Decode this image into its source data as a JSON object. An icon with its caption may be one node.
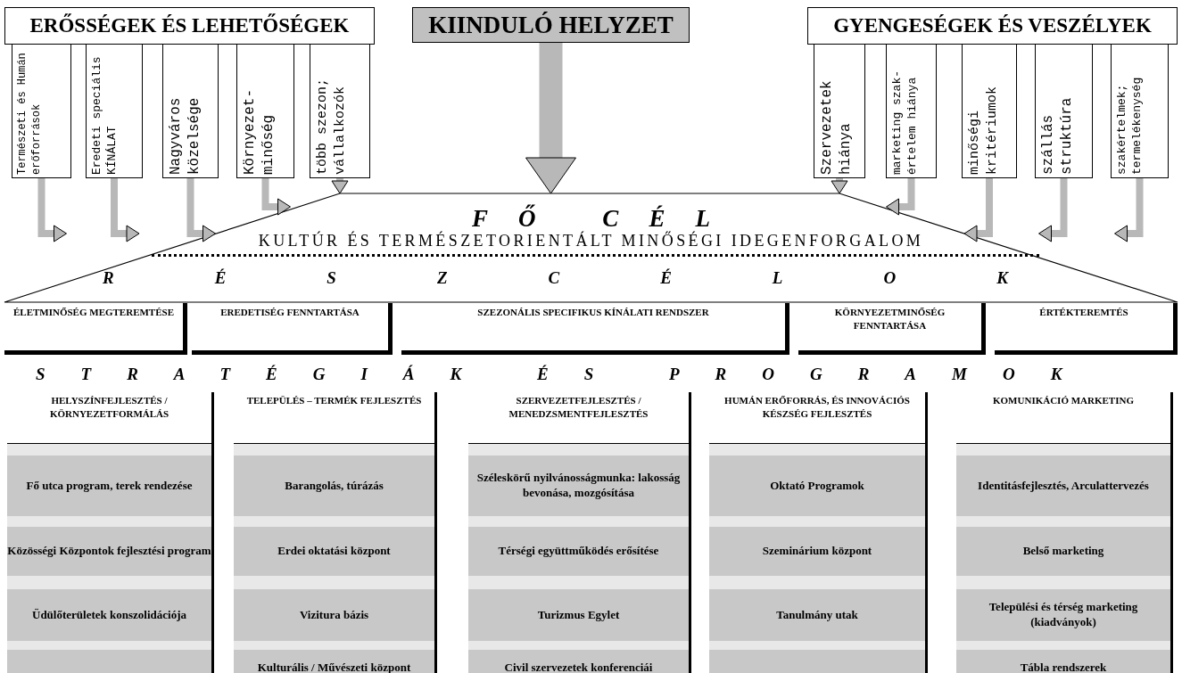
{
  "diagram": {
    "nodes": [
      {
        "text": [
          "ERŐSSÉGEK ÉS LEHETŐSÉGEK"
        ]
      },
      {
        "text": [
          "Természeti és Humán erőforrások"
        ]
      },
      {
        "text": [
          "Eredeti speciális KÍNÁLAT"
        ]
      },
      {
        "text": [
          "Nagyváros közelsége"
        ]
      },
      {
        "text": [
          "Környezet- minőség"
        ]
      },
      {
        "text": [
          "több szezon; vállalkozók"
        ]
      },
      {
        "text": [
          "KIINDULÓ HELYZET"
        ]
      },
      {
        "text": [
          "GYENGESÉGEK ÉS VESZÉLYEK"
        ]
      },
      {
        "text": [
          "Szervezetek hiánya"
        ]
      },
      {
        "text": [
          "marketing szak- értelem hiánya"
        ]
      },
      {
        "text": [
          "minőségi kritériumok"
        ]
      },
      {
        "text": [
          "szállás struktúra"
        ]
      },
      {
        "text": [
          "szakértelmek; termelékenység"
        ]
      },
      {
        "text": [
          "FŐ CÉL",
          "KULTÚR ÉS TERMÉSZETORIENTÁLT MINŐSÉGI IDEGENFORGALOM",
          "RÉSZCÉLOK"
        ]
      },
      {
        "text": [
          "ÉLETMINŐSÉG MEGTEREMTÉSE"
        ]
      },
      {
        "text": [
          "EREDETISÉG FENNTARTÁSA"
        ]
      },
      {
        "text": [
          "SZEZONÁLIS SPECIFIKUS KÍNÁLATI RENDSZER"
        ]
      },
      {
        "text": [
          "KÖRNYEZETMINŐSÉG FENNTARTÁSA"
        ]
      },
      {
        "text": [
          "ÉRTÉKTEREMTÉS"
        ]
      },
      {
        "text": [
          "HELYSZÍNFEJLESZTÉS / KÖRNYEZETFORMÁLÁS"
        ]
      },
      {
        "text": [
          "Fő utca program, terek rendezése"
        ],
        "in": 19
      },
      {
        "text": [
          "Közösségi Központok fejlesztési program"
        ],
        "in": 19
      },
      {
        "text": [
          "Üdülőterületek konszolidációja"
        ],
        "in": 19
      },
      {
        "text": [],
        "shape": "bar",
        "in": 19
      },
      {
        "text": [
          "TELEPÜLÉS – TERMÉK FEJLESZTÉS"
        ]
      },
      {
        "text": [
          "Barangolás, túrázás"
        ],
        "in": 24
      },
      {
        "text": [
          "Erdei oktatási központ"
        ],
        "in": 24
      },
      {
        "text": [
          "Vizitura bázis"
        ],
        "in": 24
      },
      {
        "text": [
          "Kulturális / Művészeti központ"
        ],
        "in": 24
      },
      {
        "text": [
          "SZERVEZETFEJLESZTÉS / MENEDZSMENTFEJLESZTÉS"
        ]
      },
      {
        "text": [
          "Széleskörű nyilvánosságmunka: lakosság bevonása, mozgósítása"
        ],
        "in": 29
      },
      {
        "text": [
          "Térségi együttműködés erősítése"
        ],
        "in": 29
      },
      {
        "text": [
          "Turizmus Egylet"
        ],
        "in": 29
      },
      {
        "text": [
          "Civil szervezetek konferenciái"
        ],
        "in": 29
      },
      {
        "text": [
          "HUMÁN ERŐFORRÁS, ÉS INNOVÁCIÓS KÉSZSÉG FEJLESZTÉS"
        ]
      },
      {
        "text": [
          "Oktató Programok"
        ],
        "in": 34
      },
      {
        "text": [
          "Szeminárium központ"
        ],
        "in": 34
      },
      {
        "text": [
          "Tanulmány utak"
        ],
        "in": 34
      },
      {
        "text": [],
        "shape": "bar",
        "in": 34
      },
      {
        "text": [
          "KOMUNIKÁCIÓ MARKETING"
        ]
      },
      {
        "text": [
          "Identitásfejlesztés, Arculattervezés"
        ],
        "in": 39
      },
      {
        "text": [
          "Belső marketing"
        ],
        "in": 39
      },
      {
        "text": [
          "Települési és térség marketing (kiadványok)"
        ],
        "in": 39
      },
      {
        "text": [
          "Tábla rendszerek"
        ],
        "in": 39
      }
    ],
    "edges": [
      {
        "from": 1,
        "to": 13,
        "arrow": "to"
      },
      {
        "from": 2,
        "to": 13,
        "arrow": "to"
      },
      {
        "from": 3,
        "to": 13,
        "arrow": "to"
      },
      {
        "from": 4,
        "to": 13,
        "arrow": "to"
      },
      {
        "from": 5,
        "to": 13,
        "arrow": "to"
      },
      {
        "from": 6,
        "to": 13,
        "arrow": "to",
        "style": "thick"
      },
      {
        "from": 8,
        "to": 13,
        "arrow": "to"
      },
      {
        "from": 9,
        "to": 13,
        "arrow": "to"
      },
      {
        "from": 10,
        "to": 13,
        "arrow": "to"
      },
      {
        "from": 11,
        "to": 13,
        "arrow": "to"
      },
      {
        "from": 12,
        "to": 13,
        "arrow": "to"
      }
    ],
    "labels": [
      "STRATÉGIÁK ÉS PROGRAMOK"
    ]
  }
}
